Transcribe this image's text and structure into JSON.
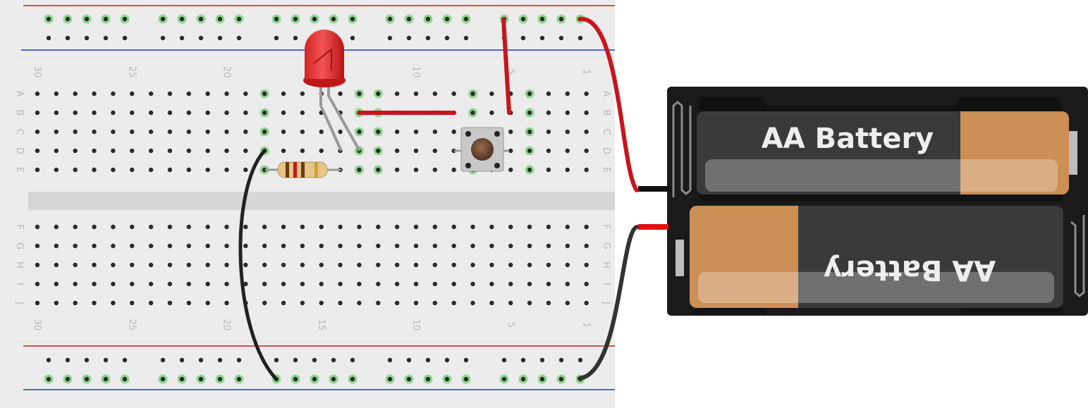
{
  "breadboard": {
    "column_numbers": [
      "30",
      "25",
      "20",
      "15",
      "10",
      "5",
      "1"
    ],
    "row_letters_top": [
      "A",
      "B",
      "C",
      "D",
      "E"
    ],
    "row_letters_bottom": [
      "F",
      "G",
      "H",
      "I",
      "J"
    ]
  },
  "battery_pack": {
    "cell_top_label": "AA Battery",
    "cell_bottom_label": "AA Battery"
  },
  "components": {
    "led_color": "red",
    "resistor_bands": [
      "brown",
      "red",
      "brown",
      "gold"
    ],
    "pushbutton": "tactile switch"
  },
  "colors": {
    "wire_red": "#c8141b",
    "wire_black": "#333333",
    "led": "#e83a3a",
    "rail_positive": "#cc2222",
    "rail_negative": "#1f3bcf",
    "connected_hole": "#8fd68f",
    "battery_body": "#1a1a1a",
    "battery_copper": "#cc8f55"
  }
}
